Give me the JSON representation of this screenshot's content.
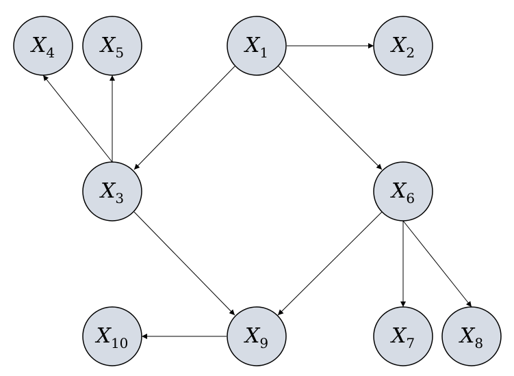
{
  "colors": {
    "node_fill": "#d6dce5",
    "node_stroke": "#000000",
    "edge": "#000000"
  },
  "nodes": [
    {
      "id": "x1",
      "letter": "X",
      "sub": "1"
    },
    {
      "id": "x2",
      "letter": "X",
      "sub": "2"
    },
    {
      "id": "x3",
      "letter": "X",
      "sub": "3"
    },
    {
      "id": "x4",
      "letter": "X",
      "sub": "4"
    },
    {
      "id": "x5",
      "letter": "X",
      "sub": "5"
    },
    {
      "id": "x6",
      "letter": "X",
      "sub": "6"
    },
    {
      "id": "x7",
      "letter": "X",
      "sub": "7"
    },
    {
      "id": "x8",
      "letter": "X",
      "sub": "8"
    },
    {
      "id": "x9",
      "letter": "X",
      "sub": "9"
    },
    {
      "id": "x10",
      "letter": "X",
      "sub": "10"
    }
  ],
  "edges": [
    {
      "from": "x1",
      "to": "x2"
    },
    {
      "from": "x1",
      "to": "x3"
    },
    {
      "from": "x1",
      "to": "x6"
    },
    {
      "from": "x3",
      "to": "x4"
    },
    {
      "from": "x3",
      "to": "x5"
    },
    {
      "from": "x3",
      "to": "x9"
    },
    {
      "from": "x6",
      "to": "x9"
    },
    {
      "from": "x6",
      "to": "x7"
    },
    {
      "from": "x6",
      "to": "x8"
    },
    {
      "from": "x9",
      "to": "x10"
    }
  ]
}
